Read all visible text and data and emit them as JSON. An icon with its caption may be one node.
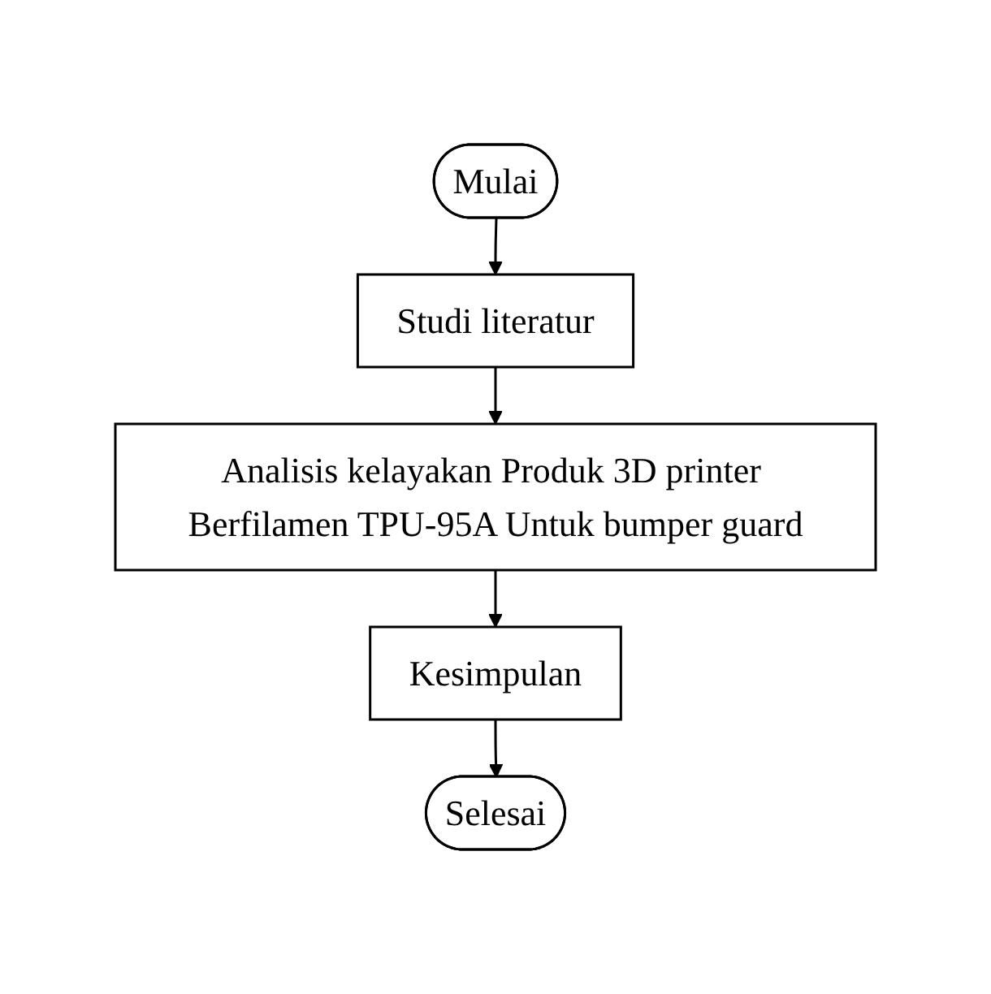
{
  "diagram": {
    "nodes": [
      {
        "text": [
          "Mulai"
        ]
      },
      {
        "text": [
          "Studi literatur"
        ]
      },
      {
        "text": [
          "Analisis kelayakan Produk 3D printer Berfilamen TPU-95A Untuk bumper guard"
        ]
      },
      {
        "text": [
          "Kesimpulan"
        ]
      },
      {
        "text": [
          "Selesai"
        ]
      }
    ],
    "edges": [
      {
        "from": 0,
        "to": 1,
        "arrow": "to"
      },
      {
        "from": 1,
        "to": 2,
        "arrow": "to"
      },
      {
        "from": 2,
        "to": 3,
        "arrow": "to"
      },
      {
        "from": 3,
        "to": 4,
        "arrow": "to"
      }
    ]
  }
}
